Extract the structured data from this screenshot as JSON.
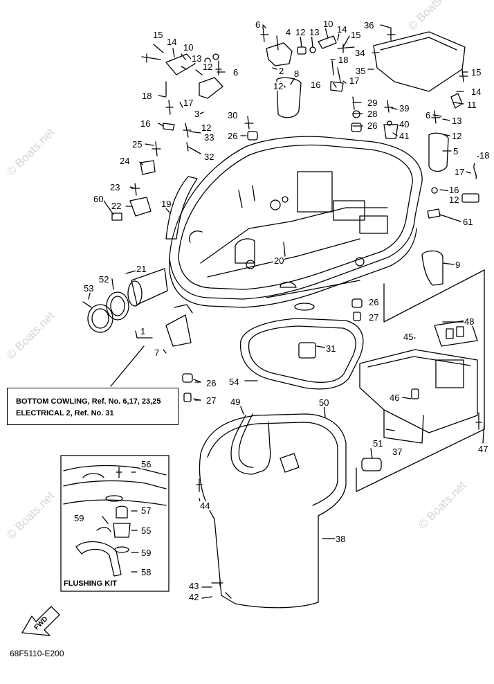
{
  "diagram": {
    "callouts": [
      {
        "id": "c15a",
        "text": "15"
      },
      {
        "id": "c14a",
        "text": "14"
      },
      {
        "id": "c10a",
        "text": "10"
      },
      {
        "id": "c13a",
        "text": "13"
      },
      {
        "id": "c12a",
        "text": "12"
      },
      {
        "id": "c6a",
        "text": "6"
      },
      {
        "id": "c18a",
        "text": "18"
      },
      {
        "id": "c17a",
        "text": "17"
      },
      {
        "id": "c3",
        "text": "3"
      },
      {
        "id": "c12b",
        "text": "12"
      },
      {
        "id": "c16a",
        "text": "16"
      },
      {
        "id": "c30",
        "text": "30"
      },
      {
        "id": "c33",
        "text": "33"
      },
      {
        "id": "c26a",
        "text": "26"
      },
      {
        "id": "c25",
        "text": "25"
      },
      {
        "id": "c32",
        "text": "32"
      },
      {
        "id": "c24",
        "text": "24"
      },
      {
        "id": "c23",
        "text": "23"
      },
      {
        "id": "c60",
        "text": "60"
      },
      {
        "id": "c22",
        "text": "22"
      },
      {
        "id": "c19",
        "text": "19"
      },
      {
        "id": "c6b",
        "text": "6"
      },
      {
        "id": "c4",
        "text": "4"
      },
      {
        "id": "c12c",
        "text": "12"
      },
      {
        "id": "c13b",
        "text": "13"
      },
      {
        "id": "c10b",
        "text": "10"
      },
      {
        "id": "c14b",
        "text": "14"
      },
      {
        "id": "c15b",
        "text": "15"
      },
      {
        "id": "c36",
        "text": "36"
      },
      {
        "id": "c34",
        "text": "34"
      },
      {
        "id": "c2",
        "text": "2"
      },
      {
        "id": "c18b",
        "text": "18"
      },
      {
        "id": "c8",
        "text": "8"
      },
      {
        "id": "c12d",
        "text": "12"
      },
      {
        "id": "c35",
        "text": "35"
      },
      {
        "id": "c16b",
        "text": "16"
      },
      {
        "id": "c17b",
        "text": "17"
      },
      {
        "id": "c29",
        "text": "29"
      },
      {
        "id": "c39",
        "text": "39"
      },
      {
        "id": "c28",
        "text": "28"
      },
      {
        "id": "c40",
        "text": "40"
      },
      {
        "id": "c26b",
        "text": "26"
      },
      {
        "id": "c41",
        "text": "41"
      },
      {
        "id": "c15c",
        "text": "15"
      },
      {
        "id": "c14c",
        "text": "14"
      },
      {
        "id": "c11",
        "text": "11"
      },
      {
        "id": "c6c",
        "text": "6"
      },
      {
        "id": "c13c",
        "text": "13"
      },
      {
        "id": "c12e",
        "text": "12"
      },
      {
        "id": "c5",
        "text": "5"
      },
      {
        "id": "c18c",
        "text": "18"
      },
      {
        "id": "c17c",
        "text": "17"
      },
      {
        "id": "c16c",
        "text": "16"
      },
      {
        "id": "c12f",
        "text": "12"
      },
      {
        "id": "c61",
        "text": "61"
      },
      {
        "id": "c20",
        "text": "20"
      },
      {
        "id": "c9",
        "text": "9"
      },
      {
        "id": "c21",
        "text": "21"
      },
      {
        "id": "c52",
        "text": "52"
      },
      {
        "id": "c53",
        "text": "53"
      },
      {
        "id": "c1",
        "text": "1"
      },
      {
        "id": "c7",
        "text": "7"
      },
      {
        "id": "c26c",
        "text": "26"
      },
      {
        "id": "c27a",
        "text": "27"
      },
      {
        "id": "c48",
        "text": "48"
      },
      {
        "id": "c45",
        "text": "45"
      },
      {
        "id": "c31",
        "text": "31"
      },
      {
        "id": "c54",
        "text": "54"
      },
      {
        "id": "c26d",
        "text": "26"
      },
      {
        "id": "c27b",
        "text": "27"
      },
      {
        "id": "c49",
        "text": "49"
      },
      {
        "id": "c50",
        "text": "50"
      },
      {
        "id": "c46",
        "text": "46"
      },
      {
        "id": "c37",
        "text": "37"
      },
      {
        "id": "c47",
        "text": "47"
      },
      {
        "id": "c51",
        "text": "51"
      },
      {
        "id": "c56",
        "text": "56"
      },
      {
        "id": "c57",
        "text": "57"
      },
      {
        "id": "c59a",
        "text": "59"
      },
      {
        "id": "c55",
        "text": "55"
      },
      {
        "id": "c59b",
        "text": "59"
      },
      {
        "id": "c58",
        "text": "58"
      },
      {
        "id": "c44",
        "text": "44"
      },
      {
        "id": "c38",
        "text": "38"
      },
      {
        "id": "c43",
        "text": "43"
      },
      {
        "id": "c42",
        "text": "42"
      }
    ],
    "reference_box": {
      "line1": "BOTTOM COWLING,  Ref. No. 6,17, 23,25",
      "line2": "ELECTRICAL 2,   Ref. No. 31"
    },
    "flushing_kit_label": "FLUSHING KIT",
    "fwd_label": "FWD",
    "diagram_code": "68F5110-E200",
    "watermark": "© Boats.net"
  }
}
